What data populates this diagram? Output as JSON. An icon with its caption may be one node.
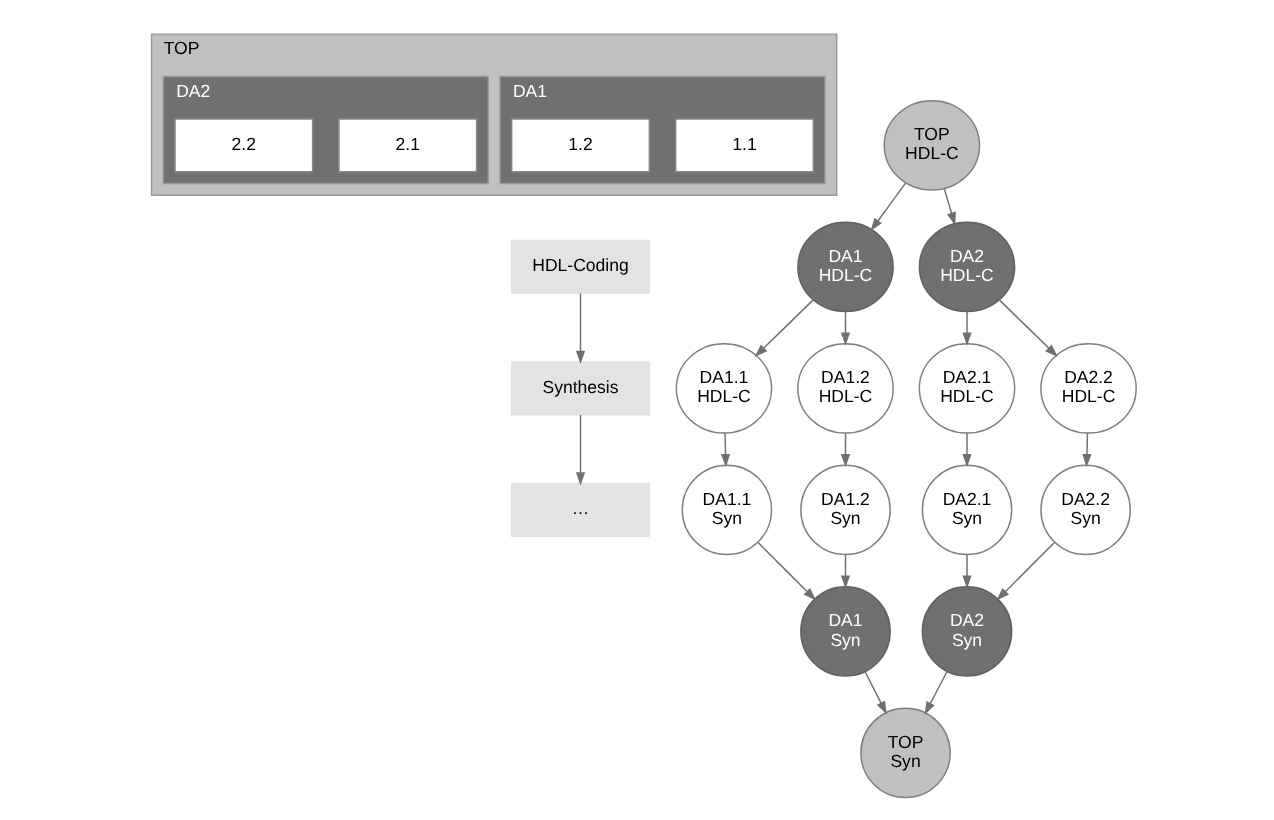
{
  "diagram": {
    "nodes": [
      {
        "text": [
          "TOP"
        ]
      },
      {
        "text": [
          "DA1"
        ],
        "in": 0
      },
      {
        "text": [
          "1.1"
        ],
        "in": 1
      },
      {
        "text": [
          "1.2"
        ],
        "in": 1
      },
      {
        "text": [
          "DA2"
        ],
        "in": 0
      },
      {
        "text": [
          "2.1"
        ],
        "in": 4
      },
      {
        "text": [
          "2.2"
        ],
        "in": 4
      },
      {
        "text": [
          "HDL-Coding"
        ]
      },
      {
        "text": [
          "Synthesis"
        ]
      },
      {
        "text": [
          "…"
        ]
      },
      {
        "text": [
          "TOP",
          "HDL-C"
        ]
      },
      {
        "text": [
          "DA1",
          "HDL-C"
        ]
      },
      {
        "text": [
          "DA2",
          "HDL-C"
        ]
      },
      {
        "text": [
          "DA1.1",
          "HDL-C"
        ]
      },
      {
        "text": [
          "DA1.2",
          "HDL-C"
        ]
      },
      {
        "text": [
          "DA2.1",
          "HDL-C"
        ]
      },
      {
        "text": [
          "DA2.2",
          "HDL-C"
        ]
      },
      {
        "text": [
          "DA1.1",
          "Syn"
        ]
      },
      {
        "text": [
          "DA1.2",
          "Syn"
        ]
      },
      {
        "text": [
          "DA2.1",
          "Syn"
        ]
      },
      {
        "text": [
          "DA2.2",
          "Syn"
        ]
      },
      {
        "text": [
          "DA1",
          "Syn"
        ]
      },
      {
        "text": [
          "DA2",
          "Syn"
        ]
      },
      {
        "text": [
          "TOP",
          "Syn"
        ]
      }
    ],
    "edges": [
      {
        "from": 7,
        "to": 8,
        "arrow": "to"
      },
      {
        "from": 8,
        "to": 9,
        "arrow": "to"
      },
      {
        "from": 10,
        "to": 11,
        "arrow": "to"
      },
      {
        "from": 10,
        "to": 12,
        "arrow": "to"
      },
      {
        "from": 11,
        "to": 13,
        "arrow": "to"
      },
      {
        "from": 11,
        "to": 14,
        "arrow": "to"
      },
      {
        "from": 12,
        "to": 15,
        "arrow": "to"
      },
      {
        "from": 12,
        "to": 16,
        "arrow": "to"
      },
      {
        "from": 13,
        "to": 17,
        "arrow": "to"
      },
      {
        "from": 14,
        "to": 18,
        "arrow": "to"
      },
      {
        "from": 15,
        "to": 19,
        "arrow": "to"
      },
      {
        "from": 16,
        "to": 20,
        "arrow": "to"
      },
      {
        "from": 17,
        "to": 21,
        "arrow": "to"
      },
      {
        "from": 18,
        "to": 21,
        "arrow": "to"
      },
      {
        "from": 19,
        "to": 22,
        "arrow": "to"
      },
      {
        "from": 20,
        "to": 22,
        "arrow": "to"
      },
      {
        "from": 21,
        "to": 23,
        "arrow": "to"
      },
      {
        "from": 22,
        "to": 23,
        "arrow": "to"
      }
    ]
  }
}
